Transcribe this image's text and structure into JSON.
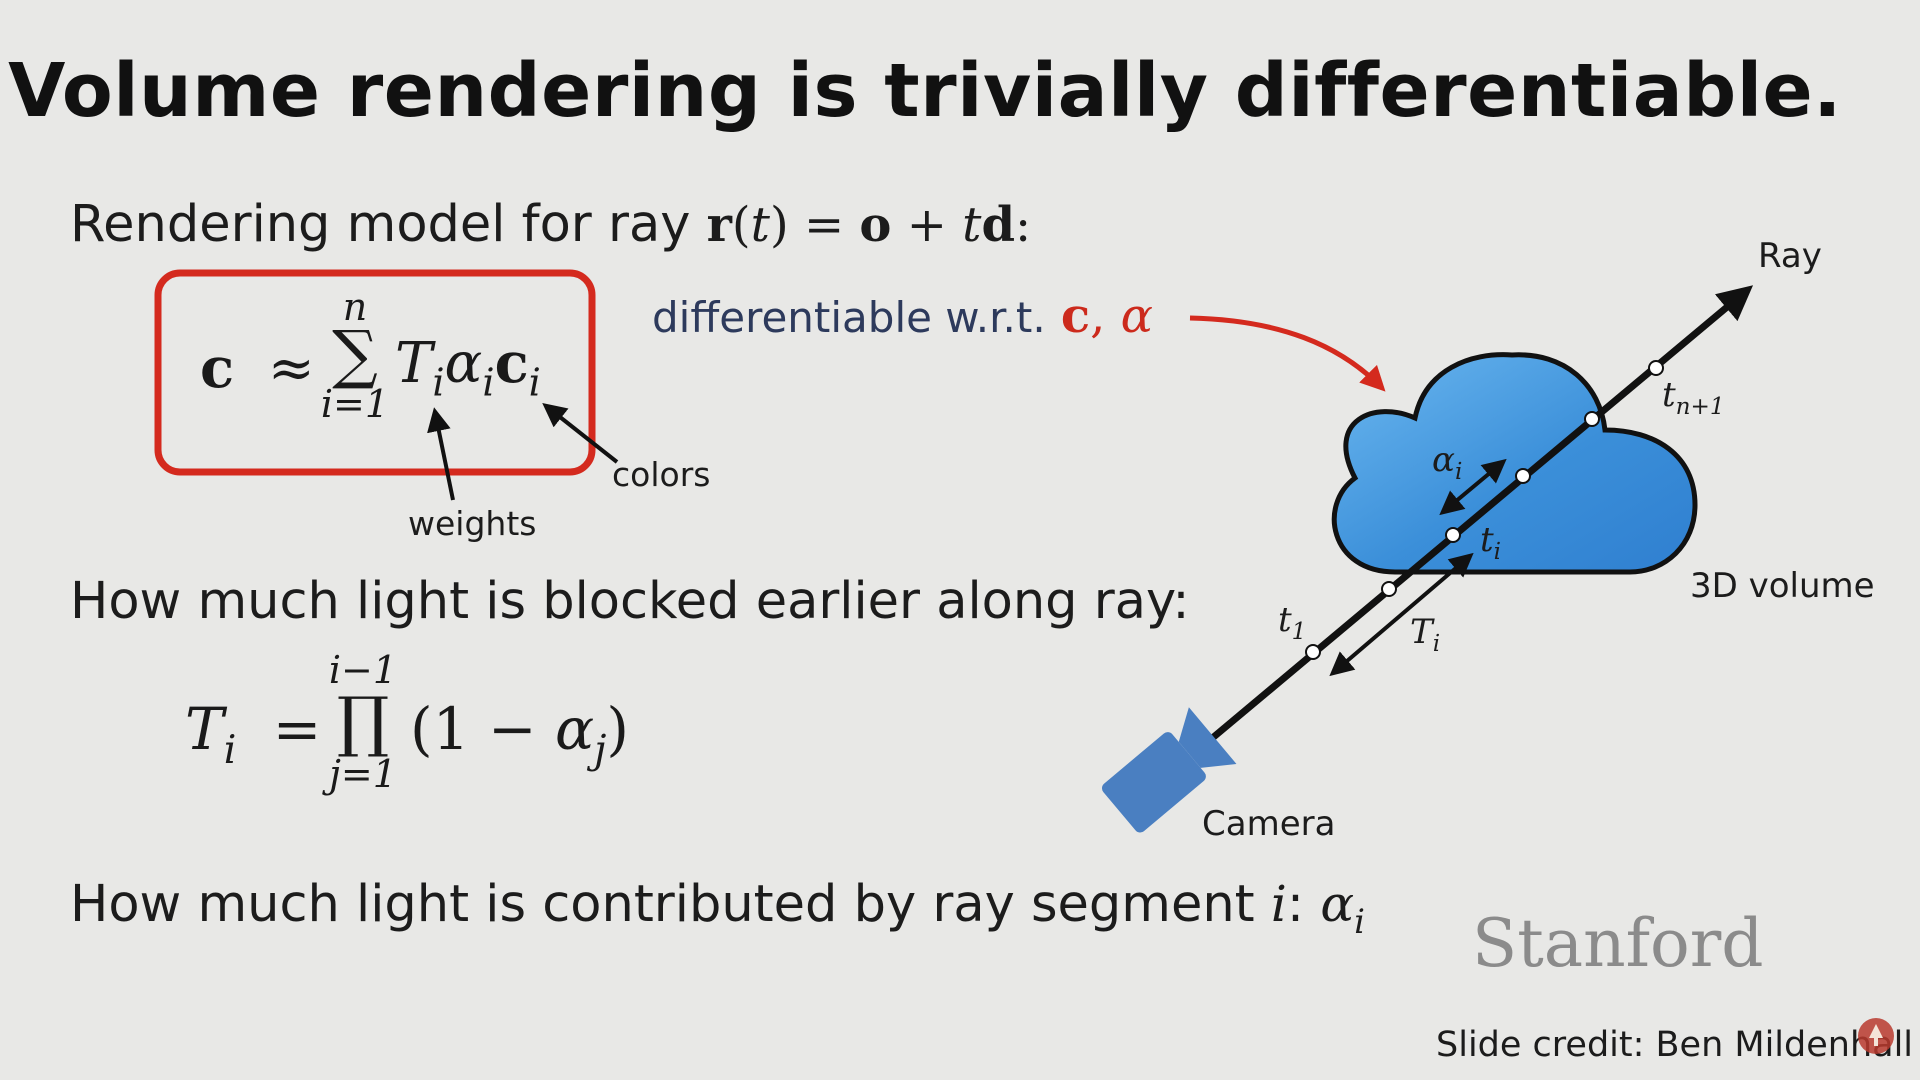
{
  "slide": {
    "title": "Volume rendering is trivially differentiable.",
    "rendering_model": {
      "text": "Rendering model for ray",
      "ray_eq": {
        "r": "r",
        "t_arg": "(t)",
        "eq": " = ",
        "o": "o",
        "plus": " + ",
        "t": "t",
        "d": "d",
        "colon": ":"
      }
    },
    "formula_color": {
      "lhs": "c",
      "approx": "≈",
      "sum_symbol": "∑",
      "sum_upper": "n",
      "sum_lower": "i=1",
      "T": "T",
      "alpha": "α",
      "c": "c",
      "sub_i": "i"
    },
    "annotations": {
      "weights": "weights",
      "colors": "colors",
      "diff_text": "differentiable w.r.t.",
      "diff_vars": "c, α"
    },
    "light_blocked": {
      "text": "How much light is blocked earlier along ray:"
    },
    "formula_T": {
      "T": "T",
      "sub_i": "i",
      "eq": "=",
      "prod_symbol": "∏",
      "prod_upper": "i−1",
      "prod_lower": "j=1",
      "expr_open": "(1 − ",
      "alpha": "α",
      "sub_j": "j",
      "expr_close": ")"
    },
    "light_contributed": {
      "text": "How much light is contributed by ray segment",
      "i": "i",
      "colon": ": ",
      "alpha": "α",
      "sub_i": "i"
    },
    "diagram": {
      "ray_label": "Ray",
      "volume_label": "3D volume",
      "camera_label": "Camera",
      "t1": "t",
      "t1_sub": "1",
      "ti": "t",
      "ti_sub": "i",
      "tn1": "t",
      "tn1_sub": "n+1",
      "Ti": "T",
      "Ti_sub": "i",
      "alpha_i": "α",
      "alpha_i_sub": "i",
      "cloud_color": "#3b8fd9",
      "camera_color": "#4a7fc1"
    },
    "logo": "Stanford",
    "credit": "Slide credit: Ben Mildenhall"
  }
}
